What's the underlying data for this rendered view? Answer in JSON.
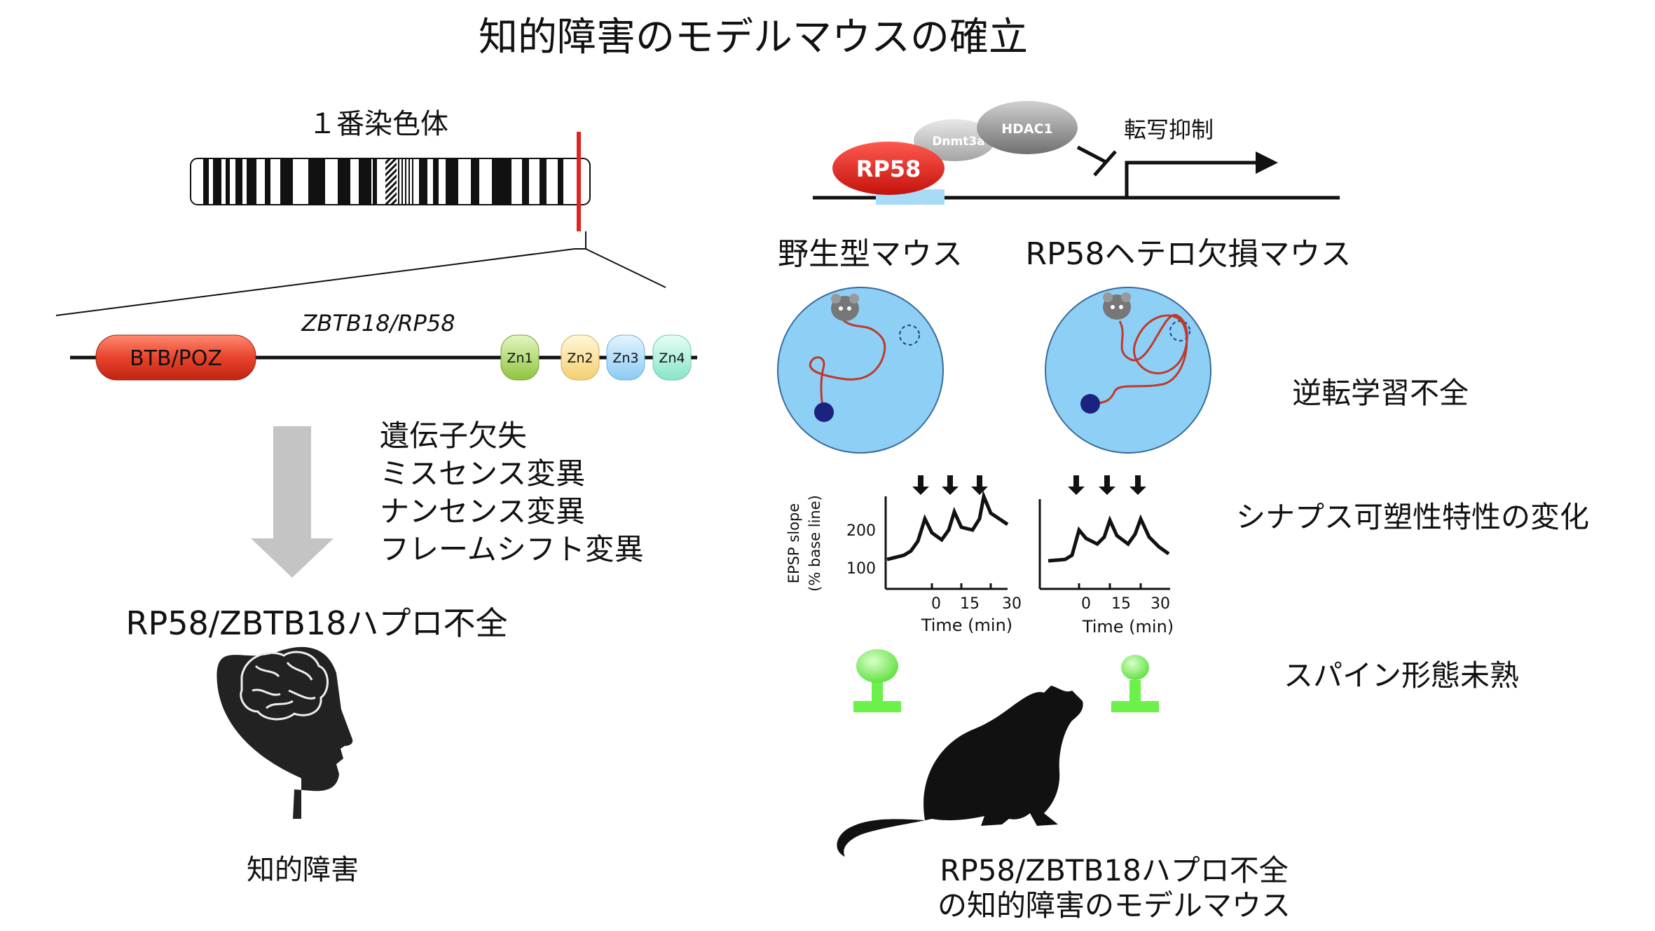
{
  "title": "知的障害のモデルマウスの確立",
  "chromosome": {
    "label": "１番染色体"
  },
  "gene": {
    "name": "ZBTB18/RP58",
    "domains": [
      "BTB/POZ",
      "Zn1",
      "Zn2",
      "Zn3",
      "Zn4"
    ]
  },
  "mutations": [
    "遺伝子欠失",
    "ミスセンス変異",
    "ナンセンス変異",
    "フレームシフト変異"
  ],
  "haplo_left": "RP58/ZBTB18ハプロ不全",
  "disorder": "知的障害",
  "complex": {
    "rp58": "RP58",
    "dnmt3a": "Dnmt3a",
    "hdac1": "HDAC1",
    "repression": "転写抑制"
  },
  "groups": {
    "wt": "野生型マウス",
    "het": "RP58ヘテロ欠損マウス"
  },
  "phenotypes": {
    "reversal": "逆転学習不全",
    "synapse": "シナプス可塑性特性の変化",
    "spine": "スパイン形態未熟"
  },
  "ltp_chart": {
    "ylabel_line1": "EPSP slope",
    "ylabel_line2": "(% base line)",
    "yticks": [
      "200",
      "100"
    ],
    "xticks": [
      "0",
      "15",
      "30"
    ],
    "xlabel": "Time (min)"
  },
  "model": {
    "line1": "RP58/ZBTB18ハプロ不全",
    "line2": "の知的障害のモデルマウス"
  },
  "colors": {
    "rp58": "#e0231e",
    "water": "#8ecff5",
    "spine": "#6cf04a",
    "path": "#c0392b"
  }
}
